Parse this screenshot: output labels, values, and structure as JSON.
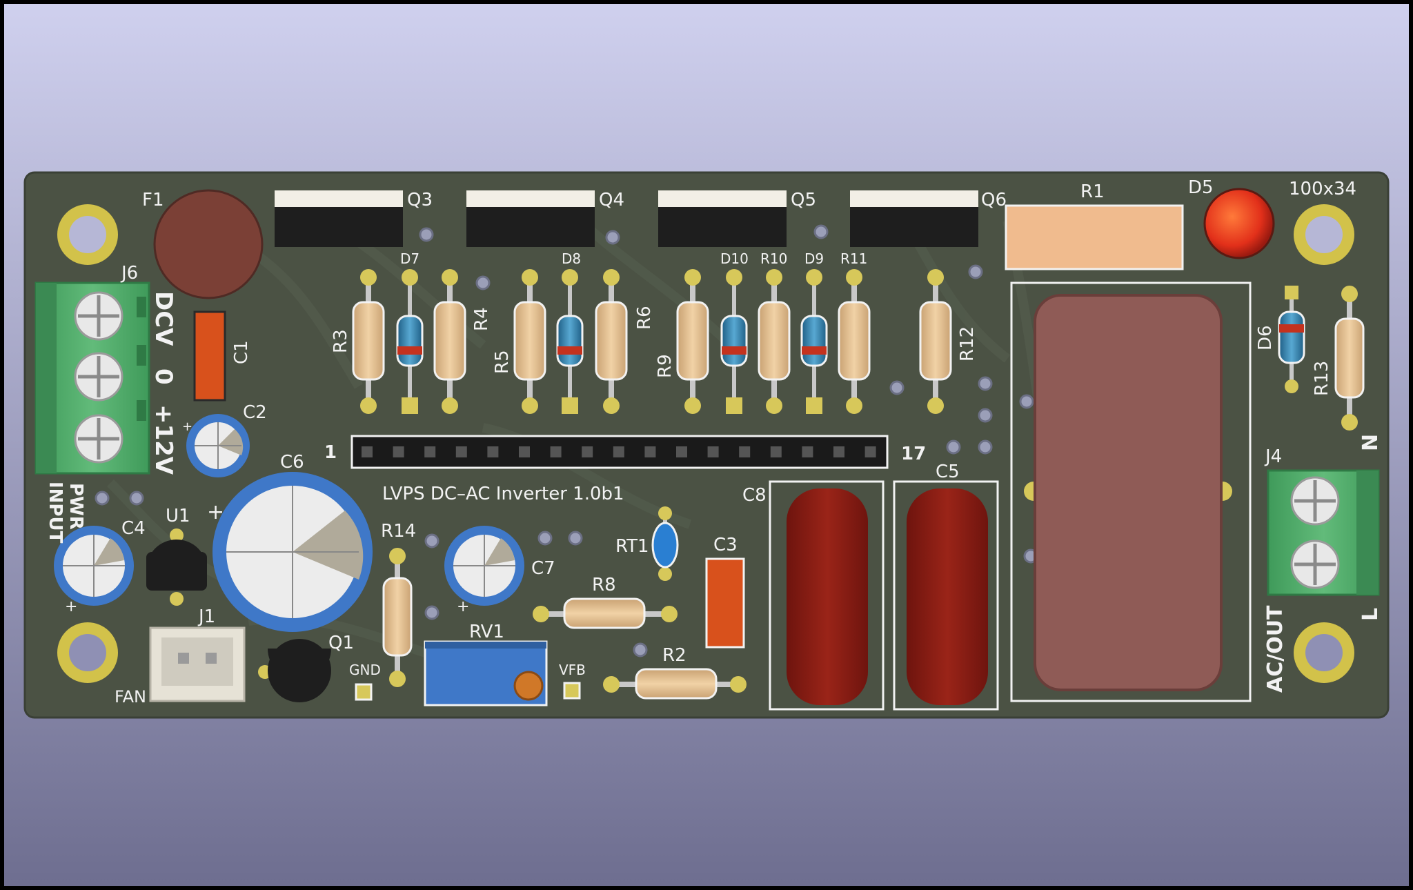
{
  "board": {
    "title": "LVPS DC–AC Inverter 1.0b1",
    "size": "100x34",
    "colors": {
      "background_top": "#cfd0ee",
      "background_bottom": "#6e6e90",
      "board": "#4b5244",
      "silk": "#f2f2f2",
      "pad": "#d7c85a",
      "resistor": "#e9c79a",
      "film_cap": "#8a1e14",
      "terminal": "#4fae6a"
    }
  },
  "silkscreen": {
    "F1": "F1",
    "C1": "C1",
    "C2": "C2",
    "C3": "C3",
    "C4": "C4",
    "C5": "C5",
    "C6": "C6",
    "C7": "C7",
    "C8": "C8",
    "D5": "D5",
    "D6": "D6",
    "D7": "D7",
    "D8": "D8",
    "D9": "D9",
    "D10": "D10",
    "J1": "J1",
    "J4": "J4",
    "J6": "J6",
    "Q1": "Q1",
    "Q3": "Q3",
    "Q4": "Q4",
    "Q5": "Q5",
    "Q6": "Q6",
    "R1": "R1",
    "R2": "R2",
    "R3": "R3",
    "R4": "R4",
    "R5": "R5",
    "R6": "R6",
    "R8": "R8",
    "R9": "R9",
    "R10": "R10",
    "R11": "R11",
    "R12": "R12",
    "R13": "R13",
    "R14": "R14",
    "RT1": "RT1",
    "RV1": "RV1",
    "U1": "U1",
    "pin_1": "1",
    "pin_17": "17",
    "dcv": "DCV",
    "zero": "0",
    "plus12v": "+12V",
    "pwr": "PWR",
    "input": "INPUT",
    "gnd": "GND",
    "vfb": "VFB",
    "fan": "FAN",
    "n": "N",
    "l": "L",
    "acout": "AC/OUT",
    "plus": "+"
  }
}
